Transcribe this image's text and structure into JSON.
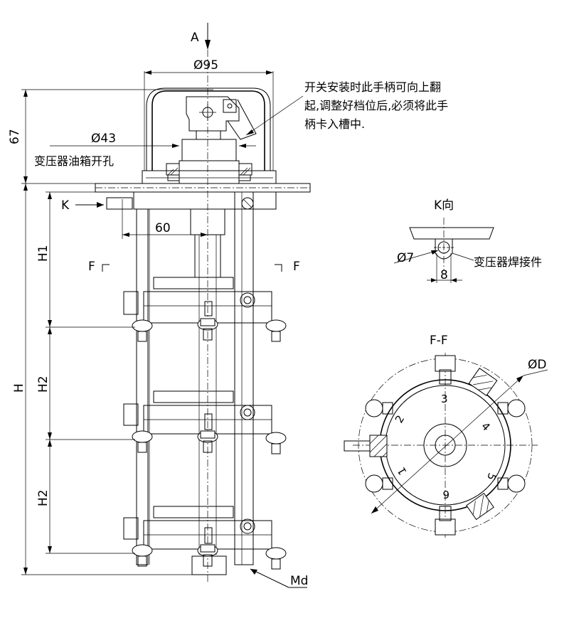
{
  "labels": {
    "view_a": "A",
    "dia_95": "Ø95",
    "dim_67": "67",
    "dia_43": "Ø43",
    "tank_hole": "变压器油箱开孔",
    "note_line1": "开关安装时此手柄可向上翻",
    "note_line2": "起,调整好档位后,必须将此手",
    "note_line3": "柄卡入槽中.",
    "view_k_arrow": "K",
    "dim_60": "60",
    "h1": "H1",
    "h2_upper": "H2",
    "h2_lower": "H2",
    "h_total": "H",
    "section_f_left": "F",
    "section_f_right": "F",
    "md": "Md",
    "k_view_title": "K向",
    "dia_7": "Ø7",
    "dim_8": "8",
    "weld_part": "变压器焊接件",
    "ff_title": "F-F",
    "dia_d": "ØD",
    "pos_3": "3",
    "pos_4": "4",
    "pos_5": "5",
    "pos_6": "6",
    "pos_1": "1",
    "pos_2": "2"
  }
}
